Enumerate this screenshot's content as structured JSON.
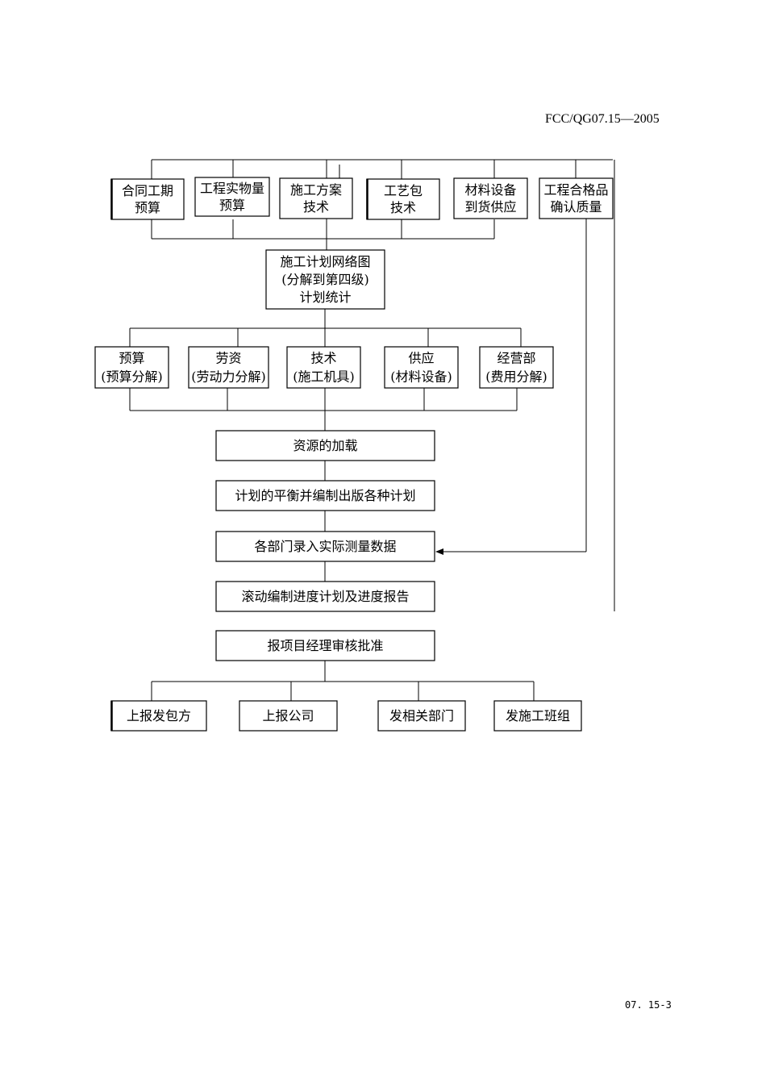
{
  "header": {
    "doc_code": "FCC/QG07.15—2005"
  },
  "footer": {
    "page_code": "07. 15-3"
  },
  "inputs": [
    {
      "lines": [
        "合同工期",
        "预算"
      ]
    },
    {
      "lines": [
        "工程实物量",
        "预算"
      ]
    },
    {
      "lines": [
        "施工方案",
        "技术"
      ]
    },
    {
      "lines": [
        "工艺包",
        "技术"
      ]
    },
    {
      "lines": [
        "材料设备",
        "到货供应"
      ]
    },
    {
      "lines": [
        "工程合格品",
        "确认质量"
      ]
    }
  ],
  "network_plan": {
    "lines": [
      "施工计划网络图",
      "(分解到第四级)",
      "计划统计"
    ]
  },
  "departments": [
    {
      "lines": [
        "预算",
        "(预算分解)"
      ]
    },
    {
      "lines": [
        "劳资",
        "(劳动力分解)"
      ]
    },
    {
      "lines": [
        "技术",
        "(施工机具)"
      ]
    },
    {
      "lines": [
        "供应",
        "(材料设备)"
      ]
    },
    {
      "lines": [
        "经营部",
        "(费用分解)"
      ]
    }
  ],
  "steps": [
    "资源的加载",
    "计划的平衡并编制出版各种计划",
    "各部门录入实际测量数据",
    "滚动编制进度计划及进度报告",
    "报项目经理审核批准"
  ],
  "outputs": [
    "上报发包方",
    "上报公司",
    "发相关部门",
    "发施工班组"
  ]
}
